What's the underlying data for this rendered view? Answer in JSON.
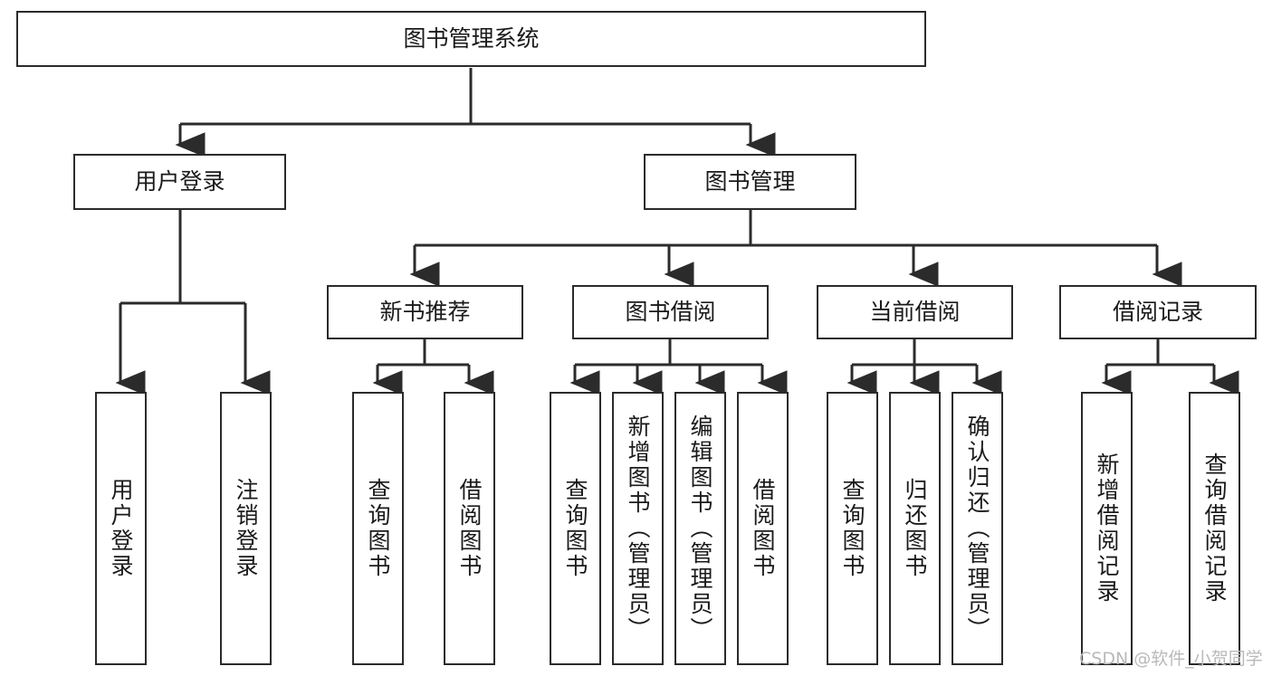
{
  "diagram": {
    "title": "图书管理系统",
    "type": "hierarchy-tree",
    "stroke_color": "#2b2b2b",
    "text_color": "#1a1a1a",
    "background": "#ffffff",
    "root": {
      "label": "图书管理系统"
    },
    "level2": [
      {
        "label": "用户登录"
      },
      {
        "label": "图书管理"
      }
    ],
    "level3": [
      {
        "label": "新书推荐"
      },
      {
        "label": "图书借阅"
      },
      {
        "label": "当前借阅"
      },
      {
        "label": "借阅记录"
      }
    ],
    "leaves_user_login": [
      {
        "label": "用户登录"
      },
      {
        "label": "注销登录"
      }
    ],
    "leaves_new_book": [
      {
        "label": "查询图书"
      },
      {
        "label": "借阅图书"
      }
    ],
    "leaves_borrow": [
      {
        "label": "查询图书"
      },
      {
        "label": "新增图书（管理员）"
      },
      {
        "label": "编辑图书（管理员）"
      },
      {
        "label": "借阅图书"
      }
    ],
    "leaves_current": [
      {
        "label": "查询图书"
      },
      {
        "label": "归还图书"
      },
      {
        "label": "确认归还（管理员）"
      }
    ],
    "leaves_records": [
      {
        "label": "新增借阅记录"
      },
      {
        "label": "查询借阅记录"
      }
    ]
  },
  "watermark": {
    "text": "CSDN @软件_小贺同学",
    "color": "#b9b9b9"
  }
}
